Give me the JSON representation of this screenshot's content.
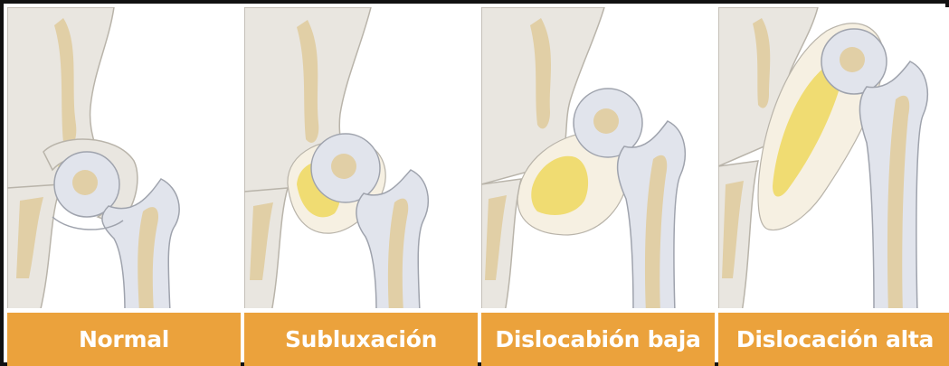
{
  "colors": {
    "label_bar": "#eba23c",
    "label_text": "#ffffff",
    "bone": "#e9e6e0",
    "bone_edge": "#b9b4aa",
    "marrow": "#e1cfa6",
    "cartilage": "#e1e4ec",
    "fat": "#f0dc72",
    "capsule": "#f6f0e2"
  },
  "panels": [
    {
      "label": "Normal",
      "stage": "normal"
    },
    {
      "label": "Subluxación",
      "stage": "subluxation"
    },
    {
      "label": "Dislocabión baja",
      "stage": "low-dislocation"
    },
    {
      "label": "Dislocación alta",
      "stage": "high-dislocation"
    }
  ]
}
